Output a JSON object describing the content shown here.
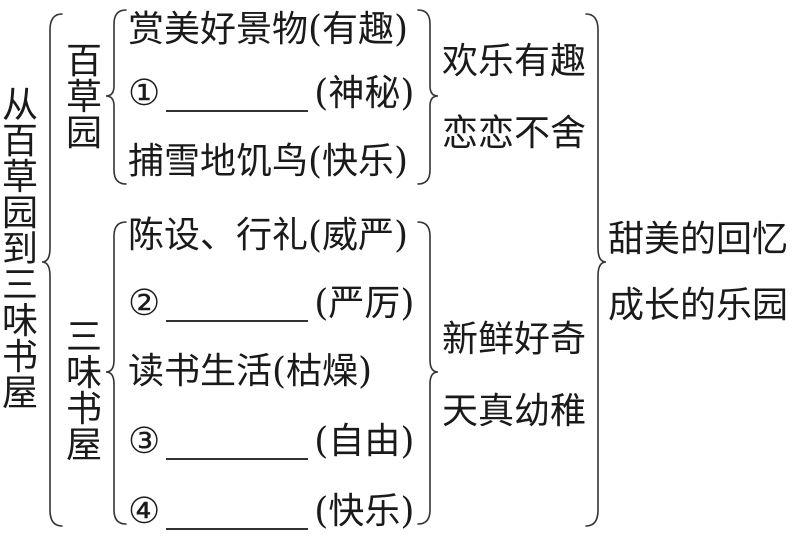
{
  "root": {
    "label": "从百草园到三味书屋"
  },
  "sections": [
    {
      "label": "百草园",
      "items": [
        {
          "text": "赏美好景物",
          "blank": "",
          "note": "(有趣)"
        },
        {
          "text": "①",
          "blank": "____",
          "note": "(神秘)"
        },
        {
          "text": "捕雪地饥鸟",
          "blank": "",
          "note": "(快乐)"
        }
      ],
      "feelings": [
        "欢乐有趣",
        "恋恋不舍"
      ]
    },
    {
      "label": "三味书屋",
      "items": [
        {
          "text": "陈设、行礼",
          "blank": "",
          "note": "(威严)"
        },
        {
          "text": "②",
          "blank": "____",
          "note": "(严厉)"
        },
        {
          "text": "读书生活",
          "blank": "",
          "note": "(枯燥)"
        },
        {
          "text": "③",
          "blank": "____",
          "note": "(自由)"
        },
        {
          "text": "④",
          "blank": "____",
          "note": "(快乐)"
        }
      ],
      "feelings": [
        "新鲜好奇",
        "天真幼稚"
      ]
    }
  ],
  "conclusion": [
    "甜美的回忆",
    "成长的乐园"
  ]
}
